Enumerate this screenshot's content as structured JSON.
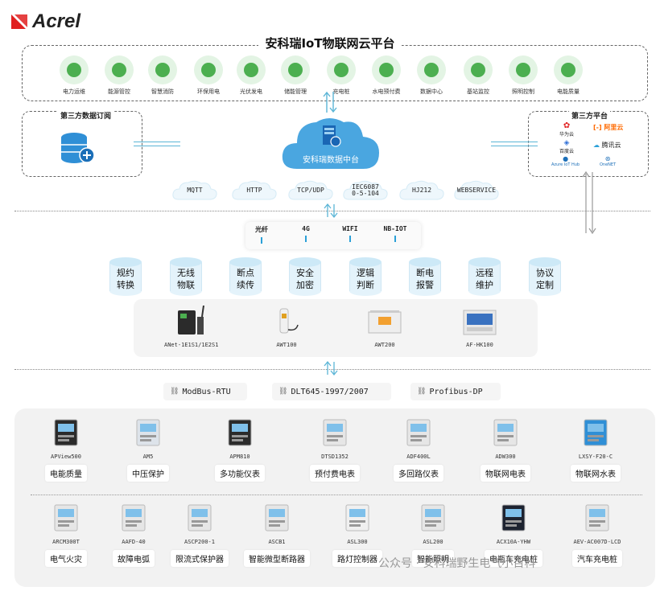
{
  "brand": {
    "logo_text": "Acrel"
  },
  "platform": {
    "title": "安科瑞IoT物联网云平台",
    "modules": [
      {
        "label": "电力运维",
        "icon": "power-ops-icon"
      },
      {
        "label": "能源管控",
        "icon": "energy-control-icon"
      },
      {
        "label": "智慧消防",
        "icon": "fire-icon"
      },
      {
        "label": "环保用电",
        "icon": "eco-power-icon"
      },
      {
        "label": "光伏发电",
        "icon": "solar-icon"
      },
      {
        "label": "储能管理",
        "icon": "storage-icon"
      },
      {
        "label": "充电桩",
        "icon": "charger-icon"
      },
      {
        "label": "水电预付费",
        "icon": "prepaid-icon"
      },
      {
        "label": "数据中心",
        "icon": "datacenter-icon"
      },
      {
        "label": "基站监控",
        "icon": "tower-icon"
      },
      {
        "label": "照明控制",
        "icon": "lighting-icon"
      },
      {
        "label": "电能质量",
        "icon": "power-quality-icon"
      }
    ]
  },
  "third_party_sub": {
    "title": "第三方数据订阅"
  },
  "third_party_platform": {
    "title": "第三方平台",
    "vendors": [
      "华为云",
      "阿里云",
      "百度云",
      "腾讯云",
      "Azure IoT Hub",
      "OneNET"
    ]
  },
  "data_center": {
    "label": "安科瑞数据中台"
  },
  "protocols": [
    "MQTT",
    "HTTP",
    "TCP/UDP",
    "IEC60870-5-104",
    "HJ212",
    "WEBSERVICE"
  ],
  "networks": [
    "光纤",
    "4G",
    "WIFI",
    "NB-IOT"
  ],
  "features": [
    [
      "规约",
      "转换"
    ],
    [
      "无线",
      "物联"
    ],
    [
      "断点",
      "续传"
    ],
    [
      "安全",
      "加密"
    ],
    [
      "逻辑",
      "判断"
    ],
    [
      "断电",
      "报警"
    ],
    [
      "远程",
      "维护"
    ],
    [
      "协议",
      "定制"
    ]
  ],
  "gateways": [
    "ANet-1E1S1/1E2S1",
    "AWT100",
    "AWT200",
    "AF-HK100"
  ],
  "buses": [
    "ModBus-RTU",
    "DLT645-1997/2007",
    "Profibus-DP"
  ],
  "devices_row1": [
    {
      "model": "APView500",
      "tag": "电能质量"
    },
    {
      "model": "AM5",
      "tag": "中压保护"
    },
    {
      "model": "APM810",
      "tag": "多功能仪表"
    },
    {
      "model": "DTSD1352",
      "tag": "预付费电表"
    },
    {
      "model": "ADF400L",
      "tag": "多回路仪表"
    },
    {
      "model": "ADW300",
      "tag": "物联网电表"
    },
    {
      "model": "LXSY-F20-C",
      "tag": "物联网水表"
    }
  ],
  "devices_row2": [
    {
      "model": "ARCM300T",
      "tag": "电气火灾"
    },
    {
      "model": "AAFD-40",
      "tag": "故障电弧"
    },
    {
      "model": "ASCP200-1",
      "tag": "限流式保护器"
    },
    {
      "model": "ASCB1",
      "tag": "智能微型断路器"
    },
    {
      "model": "ASL300",
      "tag": "路灯控制器"
    },
    {
      "model": "ASL200",
      "tag": "智能照明"
    },
    {
      "model": "ACX10A-YHW",
      "tag": "电瓶车充电桩"
    },
    {
      "model": "AEV-AC007D-LCD",
      "tag": "汽车充电桩"
    }
  ],
  "watermark": "公众号 · 安科瑞野生电气小百科",
  "colors": {
    "accent_green": "#4caf50",
    "accent_blue": "#2ba0d8",
    "logo_red": "#e02020"
  }
}
